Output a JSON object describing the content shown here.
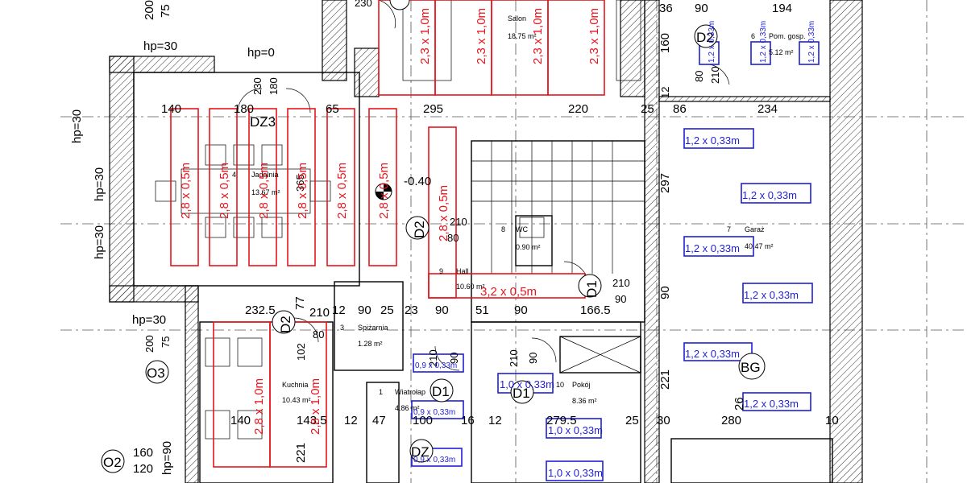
{
  "floor_plan": {
    "rooms": [
      {
        "id": "r-salon",
        "number": "",
        "name": "Salon",
        "area": "18.75 m²"
      },
      {
        "id": "r-pom",
        "number": "6",
        "name": "Pom. gosp.",
        "area": "5.12 m²"
      },
      {
        "id": "r-jadalnia",
        "number": "4",
        "name": "Jadalnia",
        "area": "13.67 m²"
      },
      {
        "id": "r-wc",
        "number": "8",
        "name": "WC",
        "area": "0.90 m²"
      },
      {
        "id": "r-hall",
        "number": "9",
        "name": "Hall",
        "area": "10.60 m²"
      },
      {
        "id": "r-garaz",
        "number": "7",
        "name": "Garaż",
        "area": "40.47 m²"
      },
      {
        "id": "r-spizarnia",
        "number": "3",
        "name": "Spiżarnia",
        "area": "1.28 m²"
      },
      {
        "id": "r-kuchnia",
        "number": "",
        "name": "Kuchnia",
        "area": "10.43 m²"
      },
      {
        "id": "r-wiatrolap",
        "number": "1",
        "name": "Wiatrołap",
        "area": "4.86 m²"
      },
      {
        "id": "r-pokoj",
        "number": "10",
        "name": "Pokój",
        "area": "8.36 m²"
      }
    ],
    "dimensions": [
      "230",
      "36",
      "90",
      "194",
      "200",
      "75",
      "hp=30",
      "hp=0",
      "160",
      "80",
      "210",
      "12",
      "86",
      "234",
      "230",
      "180",
      "140",
      "180",
      "65",
      "295",
      "220",
      "25",
      "hp=30",
      "hp=30",
      "-0.40",
      "365",
      "297",
      "210",
      "80",
      "210",
      "90",
      "232.5",
      "77",
      "210",
      "12",
      "90",
      "25",
      "23",
      "90",
      "51",
      "90",
      "166.5",
      "90",
      "hp=30",
      "200",
      "75",
      "80",
      "102",
      "210",
      "90",
      "210",
      "90",
      "221",
      "140",
      "143.5",
      "12",
      "47",
      "100",
      "16",
      "12",
      "279.5",
      "25",
      "30",
      "280",
      "10",
      "221",
      "160",
      "120",
      "hp=90",
      "hp=30",
      "26"
    ],
    "tags": [
      "D2",
      "DZ3",
      "D2",
      "D1",
      "D2",
      "D1",
      "D1",
      "DZ",
      "O3",
      "O2",
      "BG"
    ],
    "red_labels": [
      "2,3 x 1,0m",
      "2,3 x 1,0m",
      "2,3 x 1,0m",
      "2,3 x 1,0m",
      "2,8 x 0,5m",
      "2,8 x 0,5m",
      "2,8 x 0,5m",
      "2,8 x 0,5m",
      "2,8 x 0,5m",
      "2,8 x 0,5m",
      "2,8 x 0,5m",
      "3,2 x 0,5m",
      "2,8 x 1,0m",
      "2,8 x 1,0m"
    ],
    "blue_labels": [
      "1,2 x 0,33m",
      "1,2 x 0,33m",
      "1,2 x 0,33m",
      "1,2 x 0,33m",
      "1,2 x 0,33m",
      "1,2 x 0,33m",
      "0,9 x 0,33m",
      "0,9 x 0,33m",
      "0,9 x 0,33m",
      "1,0 x 0,33m",
      "1,0 x 0,33m",
      "1,0 x 0,33m",
      "1,2 x 0,33m",
      "1,2 x 0,33m",
      "1,2 x 0,33m"
    ],
    "colors": {
      "red": "#e8141c",
      "blue": "#1f1fd6",
      "wall": "#000000",
      "axis": "#555555"
    }
  }
}
